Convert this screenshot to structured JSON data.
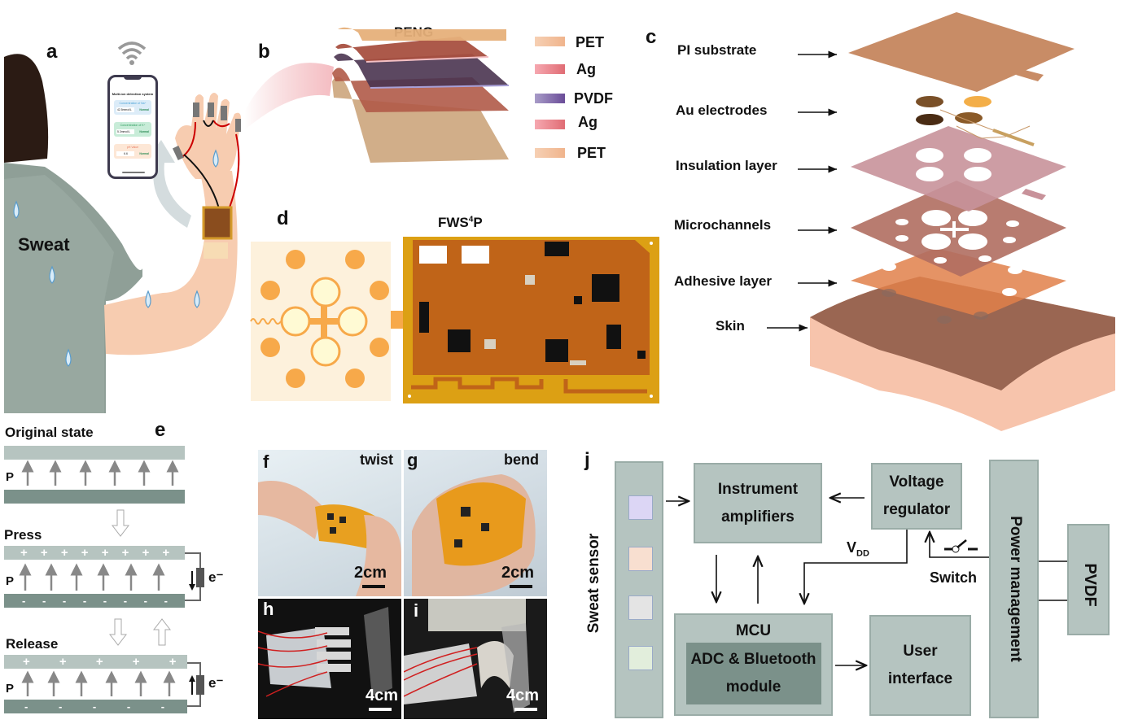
{
  "panels": {
    "a": {
      "label": "a",
      "sweat_label": "Sweat",
      "phone": {
        "title": "Multi-ion detection system",
        "cards": [
          {
            "heading": "Concentration of Na⁺",
            "value": "42.5mmol/L",
            "status": "Normal",
            "color": "#dcecf8",
            "heading_color": "#4aa3d8"
          },
          {
            "heading": "Concentration of K⁺",
            "value": "5.3mmol/L",
            "status": "Normal",
            "color": "#c8ecd8",
            "heading_color": "#2c9c5c"
          },
          {
            "heading": "pH Value",
            "value": "6.6",
            "status": "Normal",
            "color": "#fde7d6",
            "heading_color": "#e8785c"
          }
        ]
      },
      "icons": [
        "wifi-icon",
        "sweat-drop-icon"
      ]
    },
    "b": {
      "label": "b",
      "title": "PENG",
      "legend": [
        {
          "name": "PET",
          "color": "#f0b48c"
        },
        {
          "name": "Ag",
          "color": "#e8727c"
        },
        {
          "name": "PVDF",
          "color": "#7a62a4"
        },
        {
          "name": "Ag",
          "color": "#e8727c"
        },
        {
          "name": "PET",
          "color": "#f0b48c"
        }
      ]
    },
    "c": {
      "label": "c",
      "layers": [
        "PI substrate",
        "Au electrodes",
        "Insulation layer",
        "Microchannels",
        "Adhesive layer",
        "Skin"
      ]
    },
    "d": {
      "label": "d",
      "title": "FWS",
      "title_sup": "4",
      "title_suffix": "P"
    },
    "e": {
      "label": "e",
      "states": [
        {
          "name": "Original state",
          "top_charges": "",
          "bottom_charges": "",
          "electron": ""
        },
        {
          "name": "Press",
          "top_charges": "+ + + + + + + +",
          "bottom_charges": "- - - - - - - -",
          "electron": "e⁻"
        },
        {
          "name": "Release",
          "top_charges": "+ + + + +",
          "bottom_charges": "- - - - -",
          "electron": "e⁻"
        }
      ],
      "polarization_label": "P"
    },
    "f": {
      "label": "f",
      "caption": "twist",
      "scale": "2cm"
    },
    "g": {
      "label": "g",
      "caption": "bend",
      "scale": "2cm"
    },
    "h": {
      "label": "h",
      "scale": "4cm"
    },
    "i": {
      "label": "i",
      "scale": "4cm"
    },
    "j": {
      "label": "j",
      "sweat_sensor": "Sweat sensor",
      "sensor_colors": [
        "#dcd6f5",
        "#f8dfd0",
        "#e4e4e4",
        "#e2eedc"
      ],
      "instrument_amplifiers": [
        "Instrument",
        "amplifiers"
      ],
      "voltage_regulator": [
        "Voltage",
        "regulator"
      ],
      "vdd": "V",
      "vdd_sub": "DD",
      "switch": "Switch",
      "power_management": "Power management",
      "pvdf": "PVDF",
      "mcu": "MCU",
      "adc_bt": [
        "ADC & Bluetooth",
        "module"
      ],
      "user_interface": [
        "User",
        "interface"
      ]
    }
  }
}
